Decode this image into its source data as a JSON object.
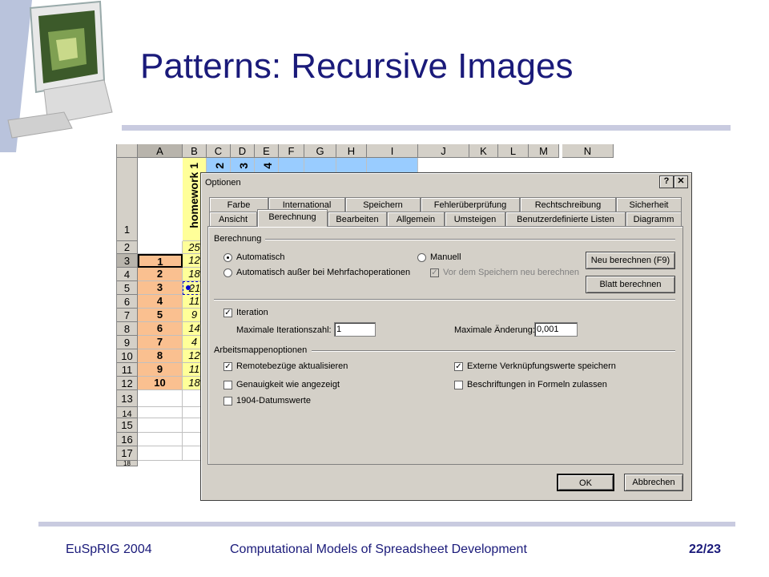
{
  "slide": {
    "title": "Patterns: Recursive Images",
    "footer_left": "EuSpRIG 2004",
    "footer_center": "Computational Models of Spreadsheet Development",
    "footer_right": "22/23"
  },
  "sheet": {
    "columns": [
      "A",
      "B",
      "C",
      "D",
      "E",
      "F",
      "G",
      "H",
      "I",
      "J",
      "K",
      "L",
      "M",
      "N"
    ],
    "rows": [
      "1",
      "2",
      "3",
      "4",
      "5",
      "6",
      "7",
      "8",
      "9",
      "10",
      "11",
      "12",
      "13",
      "14",
      "15",
      "16",
      "17",
      "18"
    ],
    "row1_headers": [
      "homework 1",
      "2",
      "3",
      "4"
    ],
    "col_a_values": [
      "1",
      "2",
      "3",
      "4",
      "5",
      "6",
      "7",
      "8",
      "9",
      "10"
    ],
    "col_b_values": [
      "25",
      "12",
      "18",
      "21",
      "11",
      "9",
      "14",
      "4",
      "12",
      "11",
      "18"
    ]
  },
  "dialog": {
    "title": "Optionen",
    "help_btn": "?",
    "close_btn": "✕",
    "tabs_back": [
      "Farbe",
      "International",
      "Speichern",
      "Fehlerüberprüfung",
      "Rechtschreibung",
      "Sicherheit"
    ],
    "tabs_front": [
      "Ansicht",
      "Berechnung",
      "Bearbeiten",
      "Allgemein",
      "Umsteigen",
      "Benutzerdefinierte Listen",
      "Diagramm"
    ],
    "active_tab": "Berechnung",
    "group_berechnung": "Berechnung",
    "radio_automatisch": "Automatisch",
    "radio_automatisch_ausser": "Automatisch außer bei Mehrfachoperationen",
    "radio_manuell": "Manuell",
    "chk_vor_speichern": "Vor dem Speichern neu berechnen",
    "btn_neu_berechnen": "Neu berechnen (F9)",
    "btn_blatt_berechnen": "Blatt berechnen",
    "chk_iteration": "Iteration",
    "label_max_iter": "Maximale Iterationszahl:",
    "value_max_iter": "1",
    "label_max_aenderung": "Maximale Änderung:",
    "value_max_aenderung": "0,001",
    "group_arbeitsmappe": "Arbeitsmappenoptionen",
    "chk_remote": "Remotebezüge aktualisieren",
    "chk_genauigkeit": "Genauigkeit wie angezeigt",
    "chk_1904": "1904-Datumswerte",
    "chk_extern": "Externe Verknüpfungswerte speichern",
    "chk_beschriftungen": "Beschriftungen in Formeln zulassen",
    "btn_ok": "OK",
    "btn_abbrechen": "Abbrechen"
  }
}
